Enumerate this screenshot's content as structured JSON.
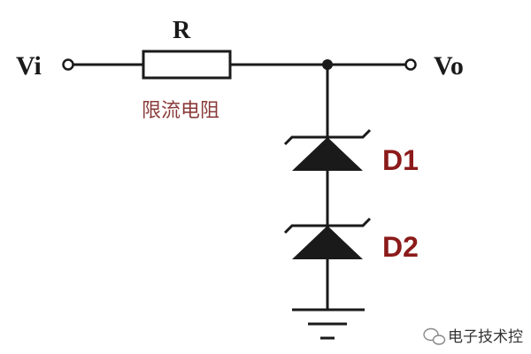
{
  "diagram": {
    "input_label": "Vi",
    "output_label": "Vo",
    "resistor_label": "R",
    "resistor_caption": "限流电阻",
    "diode1_label": "D1",
    "diode2_label": "D2"
  },
  "watermark": {
    "text": "电子技术控",
    "icon": "wechat-icon"
  }
}
